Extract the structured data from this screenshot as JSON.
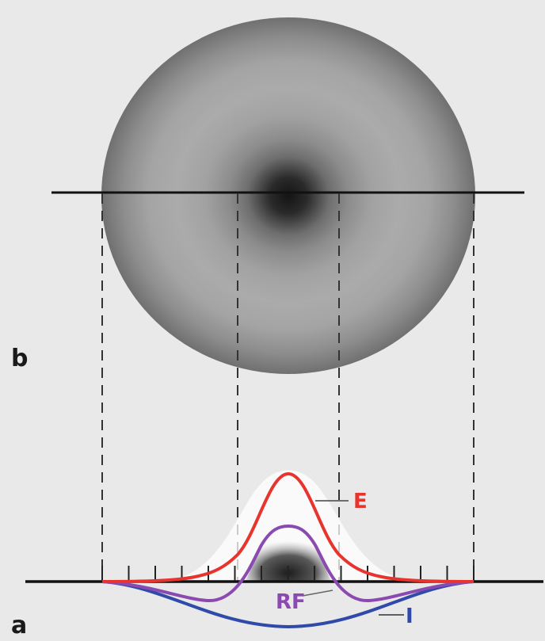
{
  "panels": {
    "top_label": "b",
    "bottom_label": "a"
  },
  "curves": {
    "excitation": {
      "label": "E",
      "color": "#e8342e"
    },
    "receptive_field": {
      "label": "RF",
      "color": "#8a4ab0"
    },
    "inhibition": {
      "label": "I",
      "color": "#2f4aa8"
    }
  },
  "colors": {
    "background": "#e9e9e9",
    "lines": "#111111",
    "dashes": "#333333"
  }
}
